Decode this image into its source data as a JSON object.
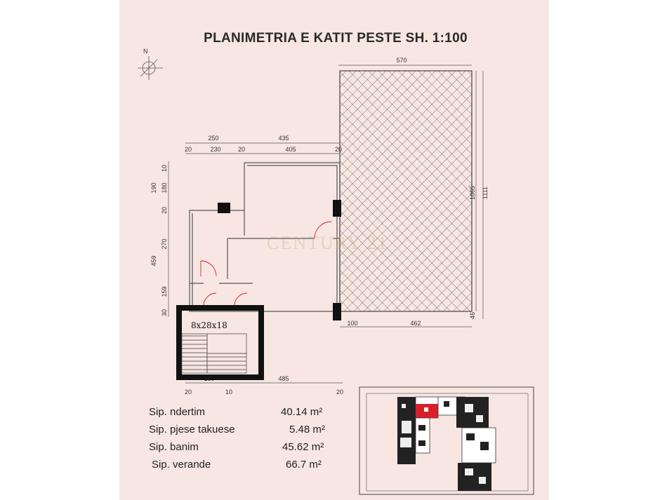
{
  "title": "PLANIMETRIA E KATIT PESTE  SH. 1:100",
  "compass": {
    "icon": "north-arrow-icon",
    "letter": "N"
  },
  "dimensions": {
    "top_veranda": "570",
    "top_row1": [
      "250",
      "435"
    ],
    "top_row2": [
      "20",
      "230",
      "20",
      "405",
      "20"
    ],
    "left": [
      "10",
      "180",
      "190",
      "20",
      "270",
      "459",
      "159",
      "30"
    ],
    "right_inner": "1065",
    "right_outer": "1111",
    "right_bottom": "46",
    "bottom_veranda": [
      "100",
      "462"
    ],
    "bottom_row": [
      "20",
      "160",
      "10",
      "485",
      "20"
    ]
  },
  "stair_label": "8x28x18",
  "watermark": "CENTURY 21",
  "areas": [
    {
      "label": "Sip. ndertim",
      "value": "40.14 m²"
    },
    {
      "label": "Sip. pjese takuese",
      "value": "5.48 m²"
    },
    {
      "label": "Sip. banim",
      "value": "45.62 m²"
    },
    {
      "label": "Sip. verande",
      "value": "66.7 m²"
    }
  ],
  "colors": {
    "paper": "#f7e6e2",
    "highlight": "#d8202a",
    "hatch": "#6a6a6a"
  }
}
